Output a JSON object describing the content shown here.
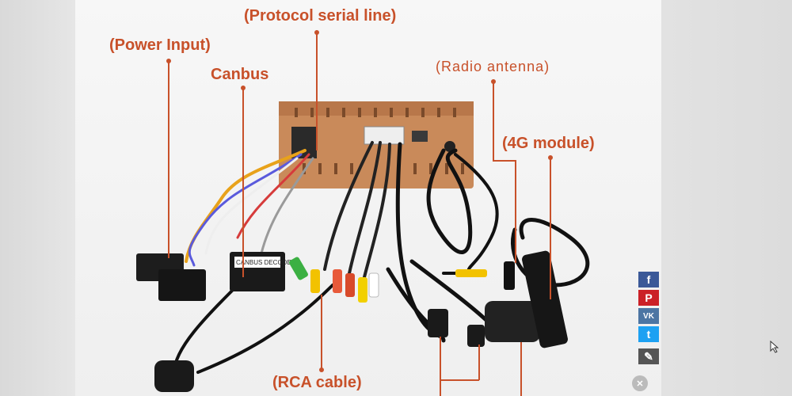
{
  "labels": {
    "protocol": "(Protocol serial line)",
    "power": "(Power Input)",
    "canbus": "Canbus",
    "radio": "(Radio antenna)",
    "module4g": "(4G module)",
    "rca": "(RCA cable)"
  },
  "decoder_text": "CANBUS DECODER",
  "share": {
    "facebook": "f",
    "pinterest": "P",
    "vk": "VK",
    "twitter": "t",
    "edit": "✎",
    "close": "✕"
  },
  "colors": {
    "accent": "#c8512a",
    "facebook": "#3b5998",
    "pinterest": "#cb2027",
    "vk": "#4c75a3",
    "twitter": "#1da1f2",
    "edit": "#555555"
  }
}
